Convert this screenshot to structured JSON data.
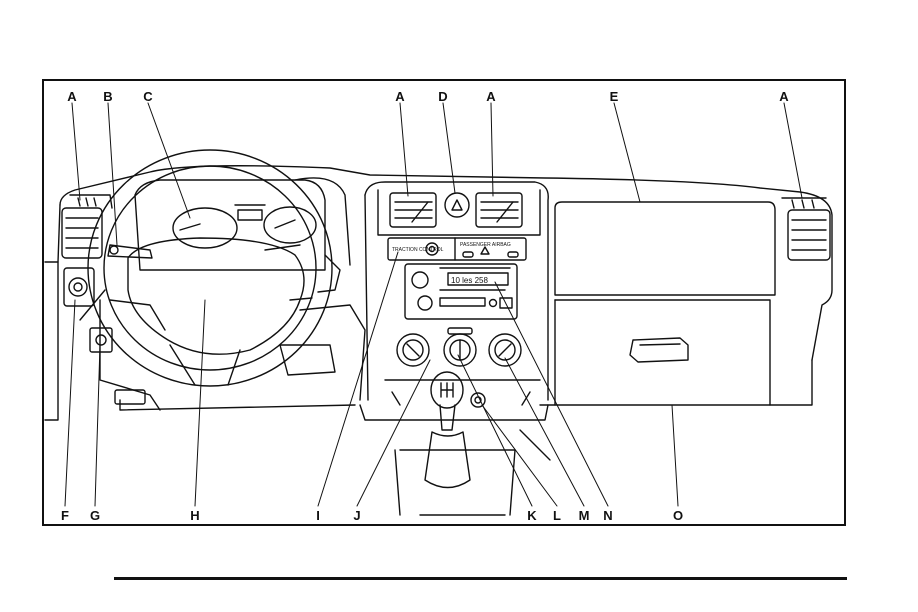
{
  "callouts_top": [
    "A",
    "B",
    "C",
    "A",
    "D",
    "A",
    "E",
    "A"
  ],
  "callouts_bottom": [
    "F",
    "G",
    "H",
    "I",
    "J",
    "K",
    "L",
    "M",
    "N",
    "O"
  ],
  "panel_text": {
    "traction_label": "TRACTION CONTROL",
    "airbag_label": "PASSENGER AIRBAG",
    "radio_display": "10 les 258"
  },
  "colors": {
    "ink": "#111111",
    "background": "#ffffff"
  }
}
